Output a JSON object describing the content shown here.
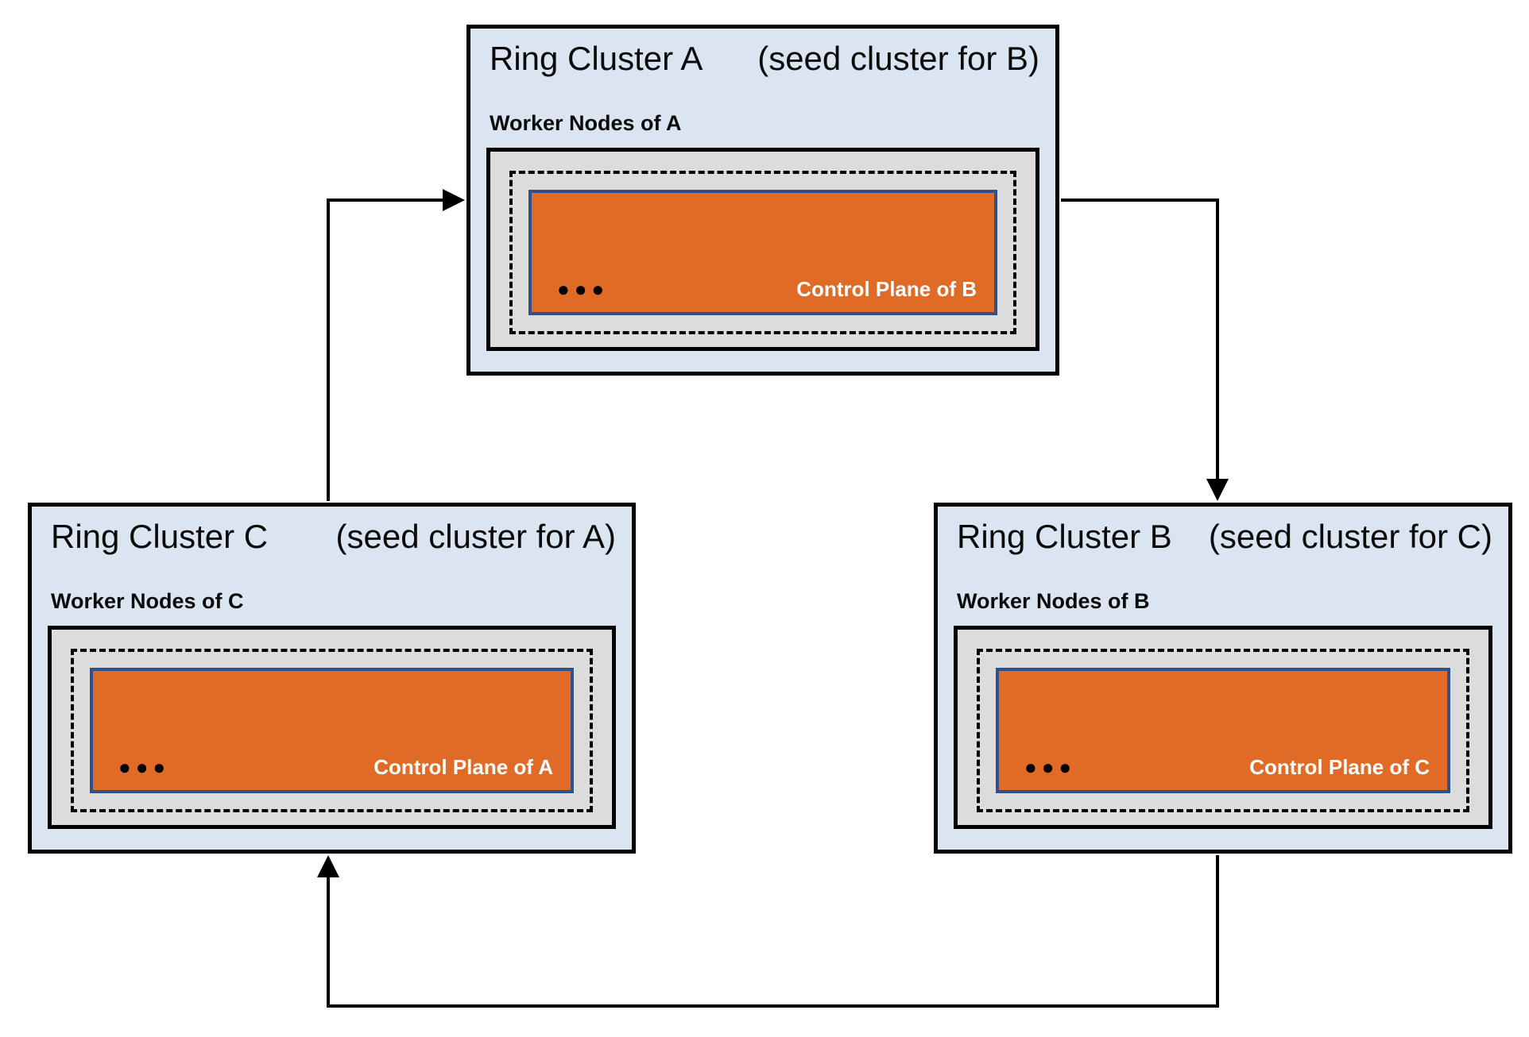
{
  "diagram": {
    "description": "Ring of three Gardener clusters, each hosting the control plane of the next cluster in the ring",
    "colors": {
      "cluster_background": "#DBE5F1",
      "cluster_border": "#000000",
      "worker_box_background": "#DCDCDC",
      "worker_box_border": "#000000",
      "pod_dashed_border": "#000000",
      "control_plane_background": "#E06B27",
      "control_plane_border": "#2F5089",
      "control_plane_text": "#FFFFFF",
      "arrow": "#000000"
    },
    "clusters": [
      {
        "id": "A",
        "title": "Ring Cluster A",
        "seed_note": "(seed cluster for B)",
        "worker_label": "Worker Nodes of A",
        "dots": "●●●",
        "control_plane_label": "Control Plane of B"
      },
      {
        "id": "C",
        "title": "Ring Cluster C",
        "seed_note": "(seed cluster for A)",
        "worker_label": "Worker Nodes of C",
        "dots": "●●●",
        "control_plane_label": "Control Plane of A"
      },
      {
        "id": "B",
        "title": "Ring Cluster B",
        "seed_note": "(seed cluster for C)",
        "worker_label": "Worker Nodes of B",
        "dots": "●●●",
        "control_plane_label": "Control Plane of C"
      }
    ],
    "arrows": [
      {
        "from": "Ring Cluster C",
        "to": "Ring Cluster A"
      },
      {
        "from": "Ring Cluster A",
        "to": "Ring Cluster B"
      },
      {
        "from": "Ring Cluster B",
        "to": "Ring Cluster C"
      }
    ]
  }
}
